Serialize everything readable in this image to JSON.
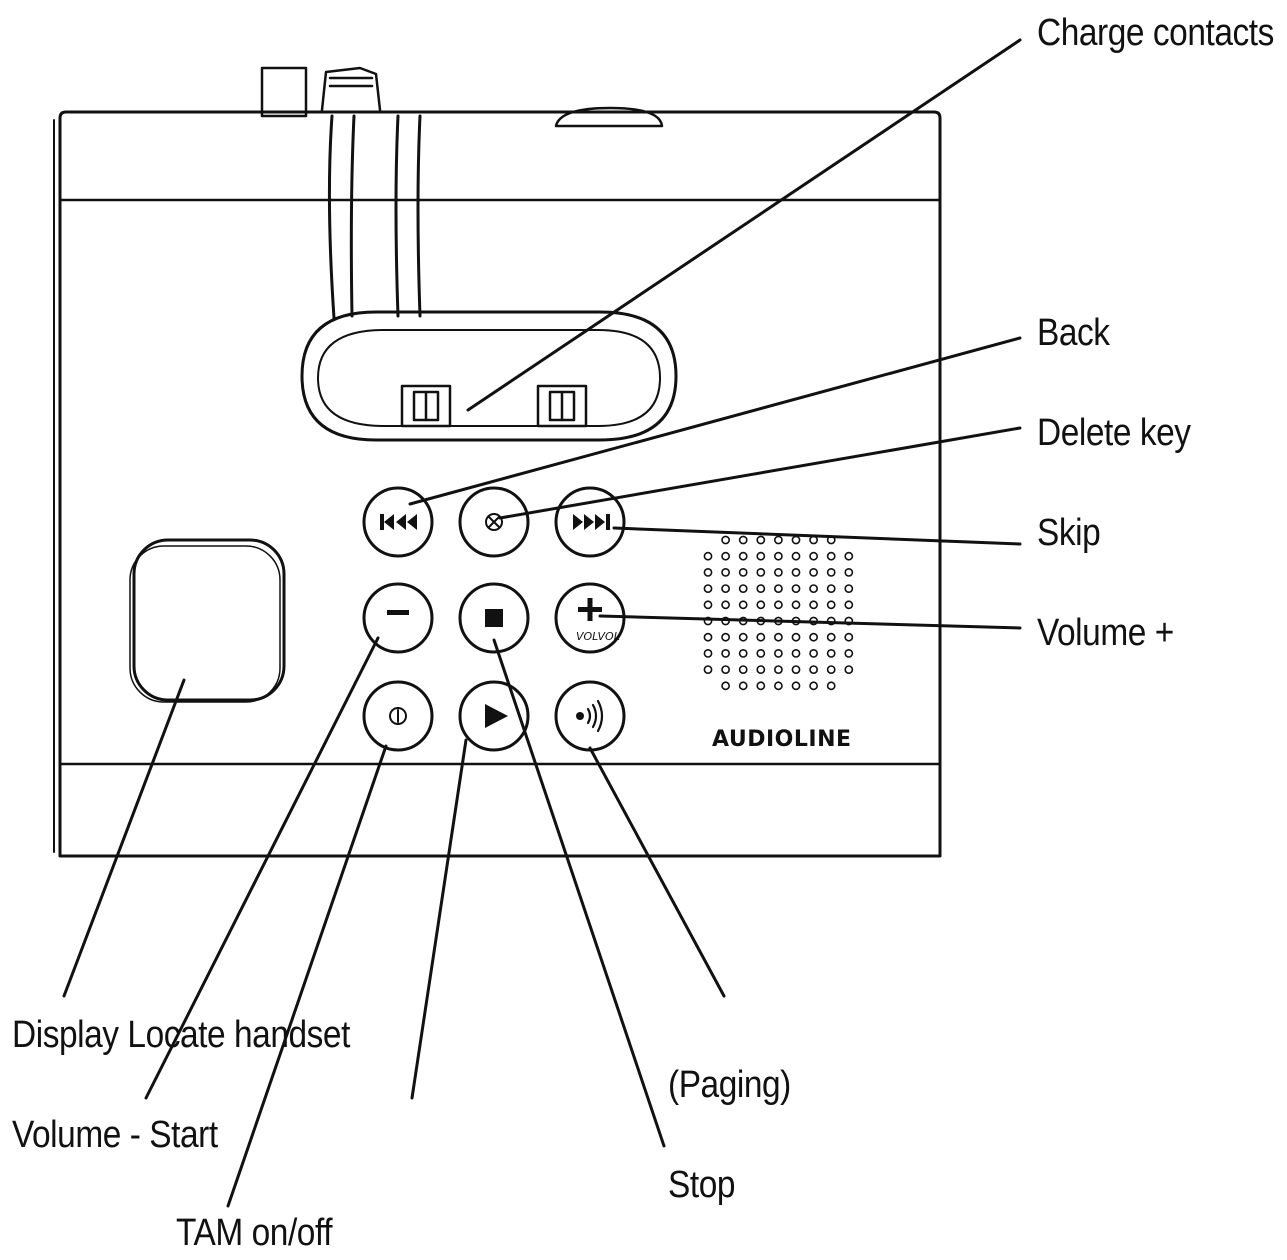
{
  "labels": {
    "charge_contacts": "Charge contacts",
    "back": "Back",
    "delete_key": "Delete key",
    "skip": "Skip",
    "volume_plus": "Volume +",
    "display_locate": "Display Locate handset",
    "volume_minus_start": "Volume - Start",
    "tam": "TAM on/off",
    "paging": "(Paging)",
    "stop": "Stop"
  },
  "device": {
    "brand": "AUDIOLINE",
    "vol_marking": "VOLVOL"
  },
  "icons": {
    "back": "skip-back-icon",
    "delete": "delete-icon",
    "skip": "skip-forward-icon",
    "volume_minus": "minus-icon",
    "stop": "stop-icon",
    "volume_plus": "plus-icon",
    "tam": "power-icon",
    "play": "play-icon",
    "paging": "paging-icon"
  },
  "colors": {
    "ink": "#111111",
    "background": "#ffffff"
  }
}
